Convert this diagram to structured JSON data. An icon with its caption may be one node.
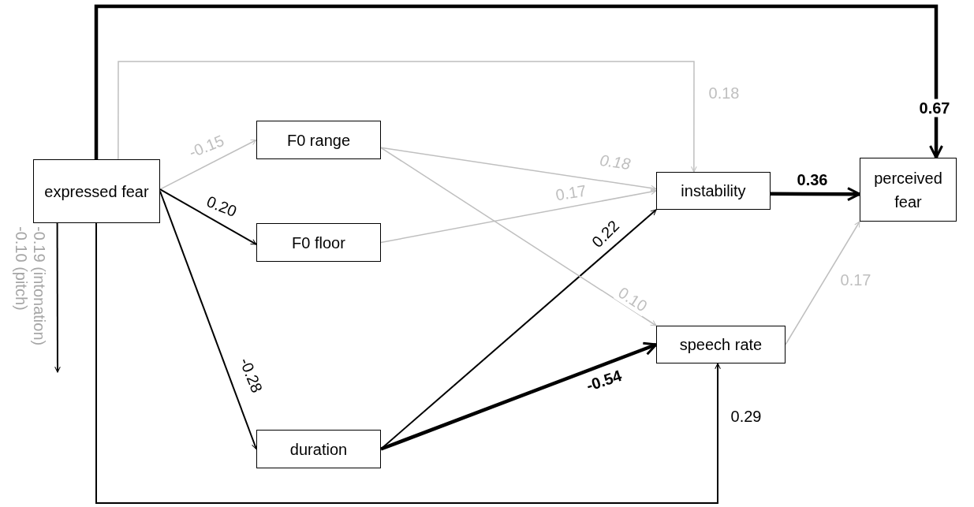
{
  "diagram": {
    "nodes": [
      {
        "text": [
          "expressed fear"
        ]
      },
      {
        "text": [
          "F0 range"
        ]
      },
      {
        "text": [
          "F0 floor"
        ]
      },
      {
        "text": [
          "duration"
        ]
      },
      {
        "text": [
          "instability"
        ]
      },
      {
        "text": [
          "speech rate"
        ]
      },
      {
        "text": [
          "perceived fear"
        ]
      }
    ],
    "edges": [
      {
        "from": 0,
        "to": 6,
        "arrow": "to",
        "label": "0.67",
        "style": "thick"
      },
      {
        "from": 0,
        "to": 4,
        "arrow": "to",
        "label": "0.18",
        "color": "#bfbfbf"
      },
      {
        "from": 0,
        "to": 1,
        "arrow": "to",
        "label": "-0.15",
        "color": "#bfbfbf"
      },
      {
        "from": 0,
        "to": 2,
        "arrow": "to",
        "label": "0.20"
      },
      {
        "from": 0,
        "to": 3,
        "arrow": "to",
        "label": "-0.28"
      },
      {
        "from": 1,
        "to": 4,
        "arrow": "to",
        "label": "0.18",
        "color": "#bfbfbf"
      },
      {
        "from": 2,
        "to": 4,
        "arrow": "to",
        "label": "0.17",
        "color": "#bfbfbf"
      },
      {
        "from": 3,
        "to": 4,
        "arrow": "to",
        "label": "0.22"
      },
      {
        "from": 3,
        "to": 5,
        "arrow": "to",
        "label": "-0.54",
        "style": "thick"
      },
      {
        "from": 1,
        "to": 5,
        "arrow": "to",
        "label": "0.10",
        "color": "#bfbfbf"
      },
      {
        "from": 4,
        "to": 6,
        "arrow": "to",
        "label": "0.36",
        "style": "thick"
      },
      {
        "from": 5,
        "to": 6,
        "arrow": "to",
        "label": "0.17",
        "color": "#bfbfbf"
      },
      {
        "from": 0,
        "to": 5,
        "arrow": "to",
        "label": "0.29"
      },
      {
        "from": 0,
        "to": null,
        "arrow": "to",
        "label": "-0.19 (intonation) -0.10 (pitch)"
      }
    ]
  }
}
